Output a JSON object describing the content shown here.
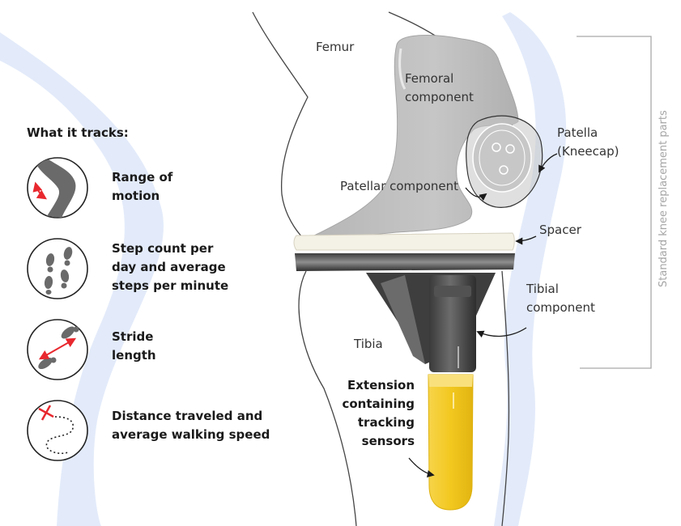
{
  "tracks": {
    "heading": "What it tracks:",
    "items": [
      {
        "icon": "knee-range-icon",
        "lines": [
          "Range of",
          "motion"
        ]
      },
      {
        "icon": "footsteps-icon",
        "lines": [
          "Step count per",
          "day and average",
          "steps per minute"
        ]
      },
      {
        "icon": "stride-icon",
        "lines": [
          "Stride",
          "length"
        ]
      },
      {
        "icon": "distance-path-icon",
        "lines": [
          "Distance traveled and",
          "average walking speed"
        ]
      }
    ]
  },
  "labels": {
    "femur": "Femur",
    "femoral_component": [
      "Femoral",
      "component"
    ],
    "patella": [
      "Patella",
      "(Kneecap)"
    ],
    "patellar_component": "Patellar component",
    "spacer": "Spacer",
    "tibial_component": [
      "Tibial",
      "component"
    ],
    "tibia": "Tibia",
    "extension": [
      "Extension",
      "containing",
      "tracking",
      "sensors"
    ]
  },
  "bracket": {
    "label": "Standard knee replacement parts"
  },
  "colors": {
    "leg_shadow": "#e3ebfa",
    "metal": "#bcbcbc",
    "metal_dark": "#5d5d5d",
    "spacer": "#f4f1e6",
    "sensor_yellow": "#f2c81f",
    "accent_red": "#e8282e"
  }
}
